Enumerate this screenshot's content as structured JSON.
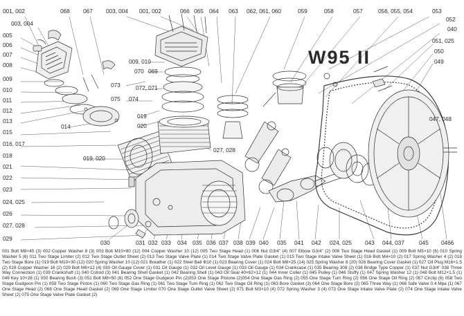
{
  "diagram": {
    "model": "W95 II"
  },
  "callouts": {
    "c_001_002_left": "001, 002",
    "c_068": "068",
    "c_067": "067",
    "c_003_004_top": "003, 004",
    "c_001_002_top": "001, 002",
    "c_066": "066",
    "c_065": "065",
    "c_064": "064",
    "c_063": "063",
    "c_062_061_060": "062, 061, 060",
    "c_059": "059",
    "c_058": "058",
    "c_057": "057",
    "c_056_055_054": "056, 055, 054",
    "c_053": "053",
    "c_052": "052",
    "c_040": "040",
    "c_003_004_left": "003, 004",
    "c_005": "005",
    "c_006": "006",
    "c_007": "007",
    "c_008": "008",
    "c_009": "009",
    "c_010": "010",
    "c_011": "011",
    "c_012": "012",
    "c_013": "013",
    "c_014": "014",
    "c_015": "015",
    "c_016_017": "016, 017",
    "c_018": "018",
    "c_019_020": "019, 020",
    "c_021": "021",
    "c_022": "022",
    "c_023": "023",
    "c_024_025": "024, 025",
    "c_026": "026",
    "c_027_028_left": "027, 028",
    "c_029": "029",
    "c_009_010": "009, 010",
    "c_070": "070",
    "c_069": "069",
    "c_073": "073",
    "c_072_071": "072, 071",
    "c_075": "075",
    "c_074": "074",
    "c_019": "019",
    "c_020": "020",
    "c_027_028_mid": "027, 028",
    "c_051_025": "051, 025",
    "c_050": "050",
    "c_049": "049",
    "c_047_048": "047, 048",
    "c_030": "030",
    "c_031": "031",
    "c_032": "032",
    "c_033": "033",
    "c_034": "034",
    "c_035": "035",
    "c_036": "036",
    "c_037": "037",
    "c_038": "038",
    "c_039": "039",
    "c_040_bottom": "040",
    "c_035_bottom": "035",
    "c_041": "041",
    "c_042": "042",
    "c_024_025_bottom": "024, 025",
    "c_043": "043",
    "c_044_037": "044, 037",
    "c_045": "045",
    "c_0466": "0466"
  },
  "parts_list": "001 Bolt M8×45 (3) 002 Copper Washer 8 (3) 003 Bolt M10×80 (12) 004 Copper Washer 10 (12) 005 Two Stage Head (1) 006 Nut G3/4\" (4) 007 Elbow G3/4\" (2) 008 Two Stage Head Gasket (1) 009 Bolt M5×10 (6) 010 Spring Washer 5 (6) 011 Two Stage Limiter (2) 012 Two Stage Outlet Sheet (2) 013 Two Stage Valve Plate (1) 014 Two Stage Valve Plate Gasket (1) 015 Two Stage Intake Valve Sheet (1) 016 Bolt M4×10 (2) 017 Spring Washer 4 (2) 018 Two Stage Bore (1) 019 Bolt M10×30 (12) 020 Spring Washer 10 (12) 021 Breather (1) 022 Steel Ball Φ10 (1) 023 Bearing Cover (1) 024 Bolt M8×25 (14) 025 Spring Washer 8 (20) 026 Bearing Cover Gasket (1) 027 Oil Plug M16×1.5 (2) 028 Copper Washer 16 (2) 029 Bolt M6×12 (4) 030 Oil Gauge Cover (1) 031 Oil Gauge (1) 032 Oil Level Gauge (1) 033 Oil Gauge (1) 034 Crankcase (1) 035 Bearing 308 (2) 036 Bridge Type Copper (1) 037 Nut G3/4\" 038 Three Way Connection (1) 039 Crankshaft (1) 040 Cotrod (3) 041 Bearing Shell Gasket (1) 042 Bearing Shell (1) 043 Oil Seal 40×62×12 (1) 044 Inner Coller (1) 045 Pulley (1) 046 Stuffy (1) 047 Spring Washer 12 (1) 048 Bolt M12×1.5 (1) 049 Key 10×28 (1) 050 Bearing Bush (3) 051 Bolt M8×50 (6) 052 One Stage Gudgeon Pin (2)053 One Stage Pistone (2)054 One Stage Gas Ring (2) 055 One Stage Turn Ring (2) 056 One Stage Oil Ring (2) 057 Circlip (6) 058 Two Stage Gudgeon Pin (1) 059 Two Stage Piston (1) 060 Two Stage Gas Ring (1) 061 Two Stage Turn Ring (1) 062 Two Stage Oil Ring (1) 063 Bore Gasket (3) 064 One Stage Bore (2) 065 Three Way (1) 066 Safe Valve 0.4 Mpa (1) 067 One Stage Head (2) 068 One Stage Head Gasket (2) 069 One Stage Limiter 070 One Stage Outlet Valve Sheet (2) 071 Bolt M3×10 (4) 072 Spring Washer 3 (4) 073 One Stage Intake Valve Plate (2) 074 One Stage Intake Valve Sheet (2) 075 One Stage Valve Plate Gasket (2)"
}
